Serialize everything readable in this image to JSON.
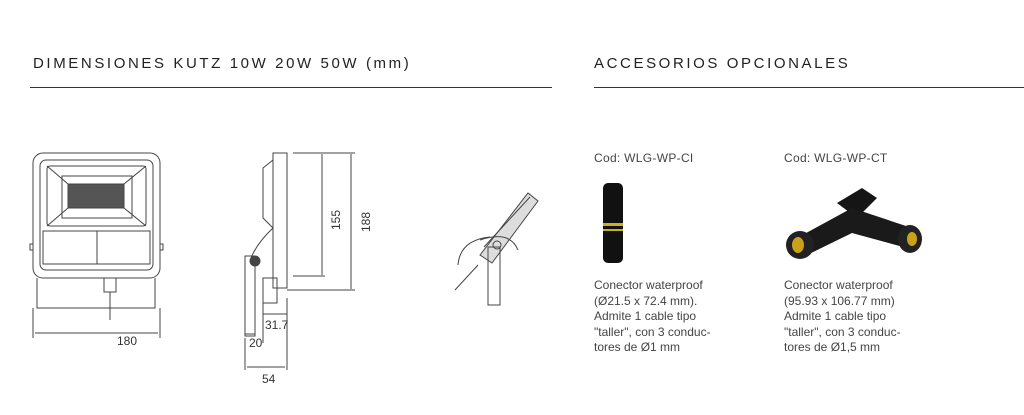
{
  "left_section": {
    "title": "DIMENSIONES KUTZ 10W 20W 50W (mm)",
    "dimensions": {
      "width": "180",
      "height_body": "155",
      "height_total": "188",
      "depth_bracket": "31.7",
      "depth_base": "20",
      "depth_total": "54"
    }
  },
  "right_section": {
    "title": "ACCESORIOS OPCIONALES",
    "accessories": [
      {
        "code": "Cod: WLG-WP-CI",
        "lines": [
          "Conector waterproof",
          "(Ø21.5 x 72.4 mm).",
          "Admite 1 cable tipo",
          "\"taller\", con 3 conduc-",
          "tores de Ø1 mm"
        ]
      },
      {
        "code": "Cod: WLG-WP-CT",
        "lines": [
          "Conector waterproof",
          "(95.93 x 106.77 mm)",
          "Admite 1 cable tipo",
          "\"taller\", con 3 conduc-",
          "tores de Ø1,5 mm"
        ]
      }
    ]
  }
}
